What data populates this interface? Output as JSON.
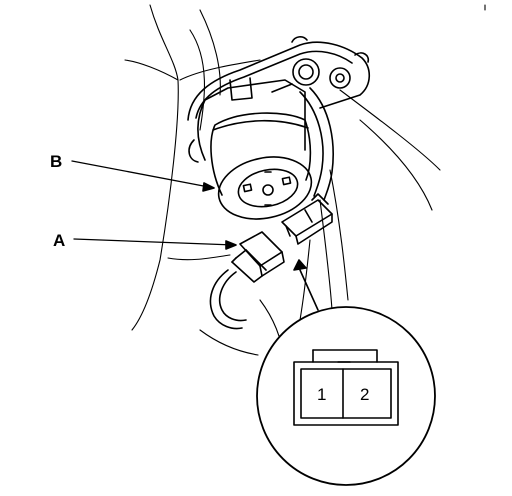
{
  "callouts": {
    "b_label": "B",
    "a_label": "A"
  },
  "connector_detail": {
    "pin_1": "1",
    "pin_2": "2"
  },
  "colors": {
    "line": "#000000",
    "background": "#ffffff"
  }
}
